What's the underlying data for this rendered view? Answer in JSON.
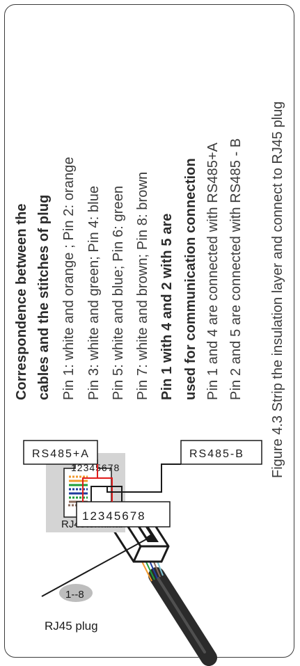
{
  "diagram": {
    "plug_label": "RJ45 plug",
    "pin_range_badge": "1--8",
    "terminal_label": "RJ45terminal",
    "terminal_pin_numbers": "12345678",
    "block_pin_numbers": "12345678",
    "rs485a_label": "RS485+A",
    "rs485b_label": "RS485-B",
    "colors": {
      "orange": "#f29a2e",
      "green": "#1e9e3a",
      "blue": "#1f3c9e",
      "brown": "#8b6b5c",
      "red_wire": "#e01b1b",
      "black_wire": "#1a1a1a"
    }
  },
  "text": {
    "heading_line1": "Correspondence between the",
    "heading_line2": "cables and the stitches of plug",
    "pin_line1": "Pin 1: white and orange ;   Pin 2: orange",
    "pin_line2": "Pin 3: white and green;    Pin 4: blue",
    "pin_line3": "Pin 5: white and blue;    Pin 6: green",
    "pin_line4": "Pin 7: white and brown;    Pin 8: brown",
    "comm_line1": "Pin 1 with 4 and 2 with 5 are",
    "comm_line2": "used for communication connection",
    "conn_line1": "Pin 1 and 4 are connected with RS485+A",
    "conn_line2": "Pin 2 and 5 are connected with RS485 - B"
  },
  "caption": "Figure 4.3 Strip the insulation layer and connect to RJ45 plug"
}
